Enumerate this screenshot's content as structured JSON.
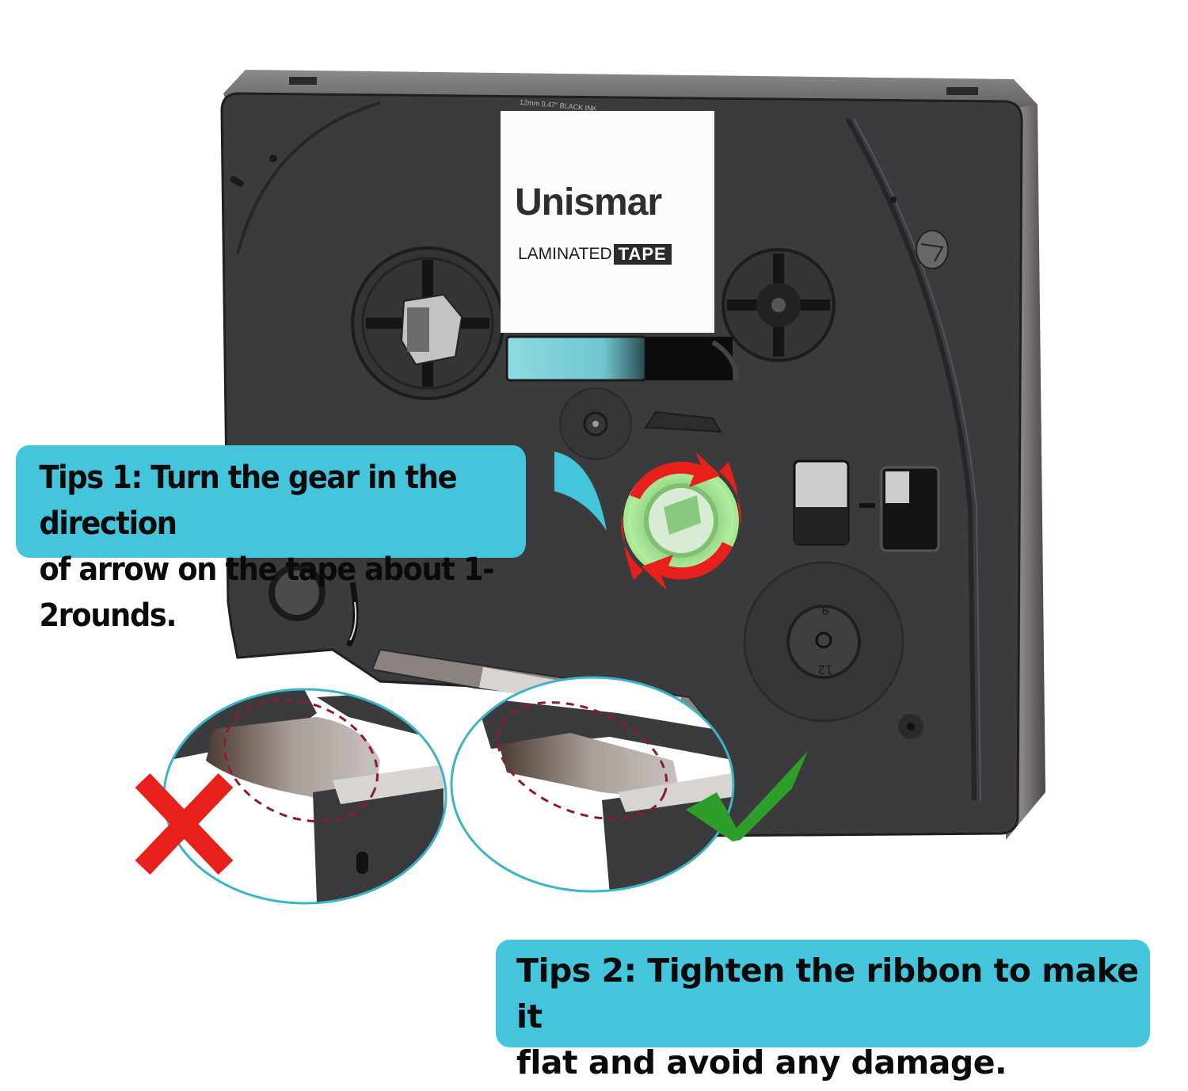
{
  "product": {
    "brand": "Unismar",
    "label_line": "LAMINATED",
    "label_badge": "TAPE",
    "label_small_text": "12mm 0.47\" BLACK INK",
    "spool_markings": [
      "9",
      "12"
    ]
  },
  "tips": [
    {
      "line1": "Tips 1: Turn the gear in the direction",
      "line2": "of arrow on the tape about 1-2rounds."
    },
    {
      "line1": "Tips 2: Tighten the ribbon to make it",
      "line2": "flat and avoid any damage."
    }
  ],
  "indicators": {
    "wrong": "cross-mark",
    "correct": "check-mark"
  },
  "colors": {
    "callout_bg": "#45c5db",
    "callout_text": "#0a0a0a",
    "cassette_body": "#3a3a3c",
    "cassette_dark": "#1e1e20",
    "gear_green": "#b8f0a0",
    "arrow_red": "#e8201c",
    "cross_red": "#e8201c",
    "check_green": "#2e9e2a",
    "dashed_outline": "#8b1a3a",
    "zoom_outline": "#3bb4c6",
    "tape_window_cyan": "#7fd4dc"
  }
}
